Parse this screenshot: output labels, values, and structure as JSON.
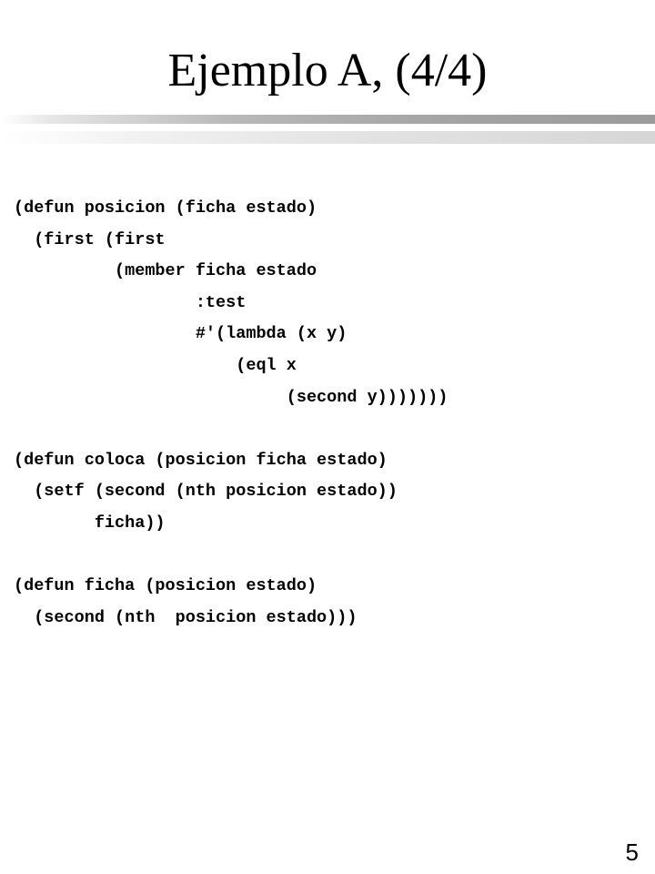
{
  "slide": {
    "title": "Ejemplo A, (4/4)",
    "page_number": "5"
  },
  "code_lines": [
    "(defun posicion (ficha estado)",
    "  (first (first",
    "          (member ficha estado",
    "                  :test",
    "                  #'(lambda (x y)",
    "                      (eql x",
    "                           (second y)))))))",
    "",
    "(defun coloca (posicion ficha estado)",
    "  (setf (second (nth posicion estado))",
    "        ficha))",
    "",
    "(defun ficha (posicion estado)",
    "  (second (nth  posicion estado)))"
  ]
}
